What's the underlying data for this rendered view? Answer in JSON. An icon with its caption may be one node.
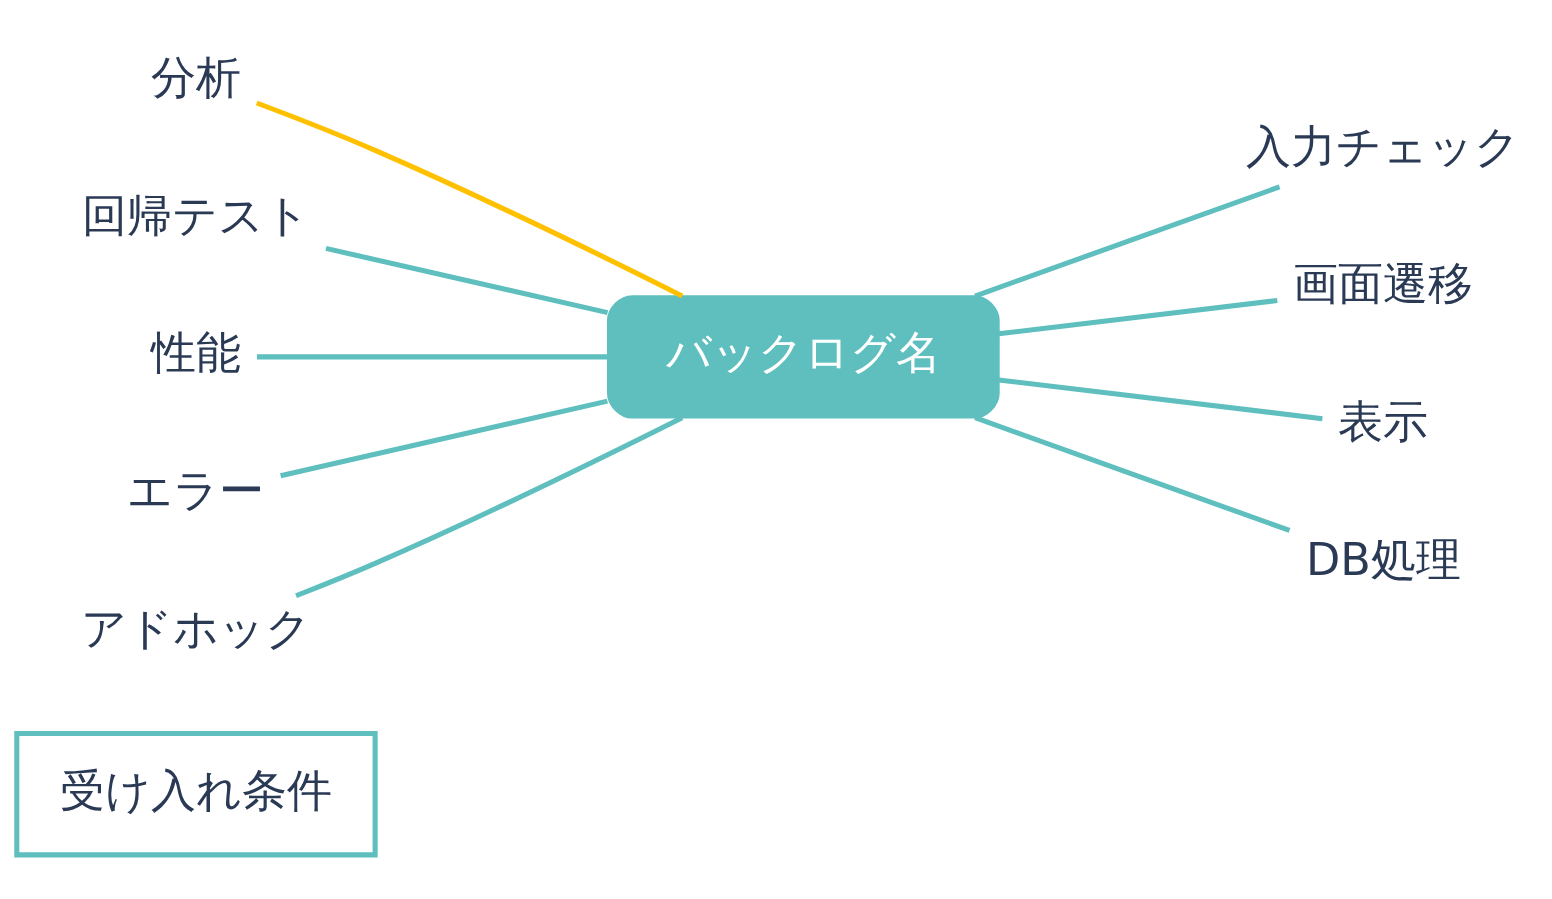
{
  "diagram": {
    "nodes": [
      {
        "text": [
          "受け入れ条件"
        ]
      },
      {
        "text": [
          "分析"
        ]
      },
      {
        "text": [
          "回帰テスト"
        ]
      },
      {
        "text": [
          "性能"
        ]
      },
      {
        "text": [
          "エラー"
        ]
      },
      {
        "text": [
          "アドホック"
        ]
      },
      {
        "text": [
          "バックログ名"
        ]
      },
      {
        "text": [
          "入力チェック"
        ]
      },
      {
        "text": [
          "画面遷移"
        ]
      },
      {
        "text": [
          "表示"
        ]
      },
      {
        "text": [
          "DB処理"
        ]
      }
    ],
    "edges": [
      {
        "from": 6,
        "to": 1,
        "arrow": "none",
        "color": "#ffc000"
      },
      {
        "from": 6,
        "to": 2,
        "arrow": "none"
      },
      {
        "from": 6,
        "to": 3,
        "arrow": "none"
      },
      {
        "from": 6,
        "to": 4,
        "arrow": "none"
      },
      {
        "from": 6,
        "to": 5,
        "arrow": "none"
      },
      {
        "from": 6,
        "to": 7,
        "arrow": "none"
      },
      {
        "from": 6,
        "to": 8,
        "arrow": "none"
      },
      {
        "from": 6,
        "to": 9,
        "arrow": "none"
      },
      {
        "from": 6,
        "to": 10,
        "arrow": "none"
      }
    ]
  }
}
